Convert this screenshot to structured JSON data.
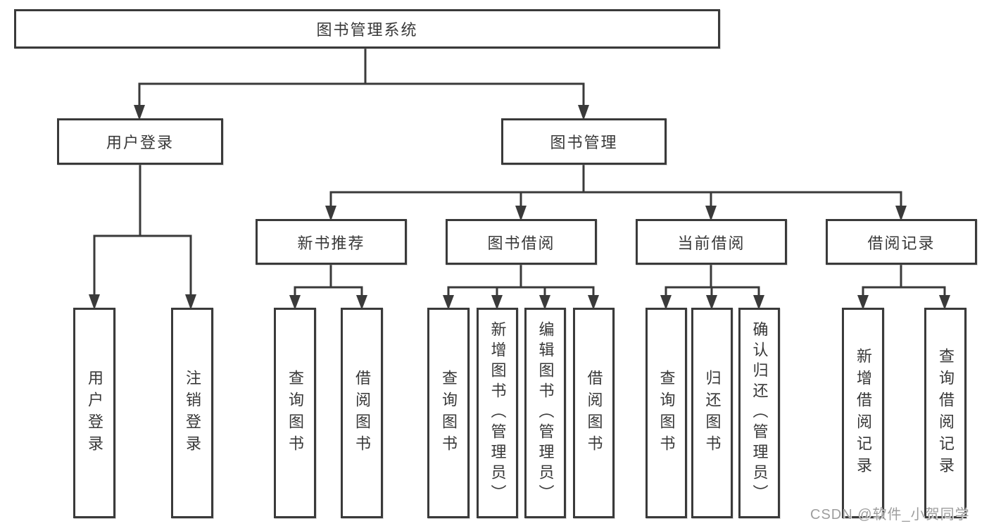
{
  "tree": {
    "label": "图书管理系统",
    "children": [
      {
        "label": "用户登录",
        "children": [
          {
            "label": "用户登录"
          },
          {
            "label": "注销登录"
          }
        ]
      },
      {
        "label": "图书管理",
        "children": [
          {
            "label": "新书推荐",
            "children": [
              {
                "label": "查询图书"
              },
              {
                "label": "借阅图书"
              }
            ]
          },
          {
            "label": "图书借阅",
            "children": [
              {
                "label": "查询图书"
              },
              {
                "label": "新增图书（管理员）"
              },
              {
                "label": "编辑图书（管理员）"
              },
              {
                "label": "借阅图书"
              }
            ]
          },
          {
            "label": "当前借阅",
            "children": [
              {
                "label": "查询图书"
              },
              {
                "label": "归还图书"
              },
              {
                "label": "确认归还（管理员）"
              }
            ]
          },
          {
            "label": "借阅记录",
            "children": [
              {
                "label": "新增借阅记录"
              },
              {
                "label": "查询借阅记录"
              }
            ]
          }
        ]
      }
    ]
  },
  "watermark": {
    "text": "CSDN @软件_小贺同学"
  },
  "colors": {
    "line": "#3a3a3a",
    "box_border": "#3a3a3a",
    "text": "#383838",
    "watermark": "#9e9e9e",
    "background": "#ffffff"
  }
}
